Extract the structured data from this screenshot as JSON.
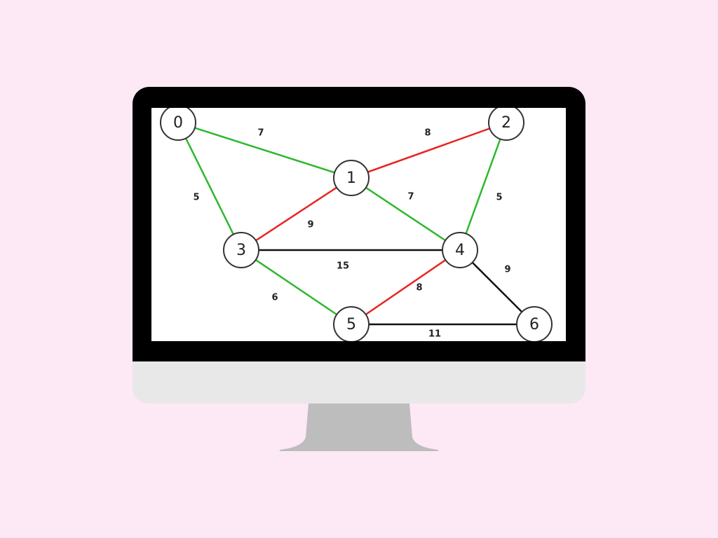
{
  "graph": {
    "colors": {
      "in_tree": "#2db82d",
      "rejected": "#e82424",
      "unused": "#111111",
      "node_stroke": "#333333",
      "node_fill": "#ffffff"
    },
    "nodes": [
      {
        "id": "0",
        "label": "0"
      },
      {
        "id": "1",
        "label": "1"
      },
      {
        "id": "2",
        "label": "2"
      },
      {
        "id": "3",
        "label": "3"
      },
      {
        "id": "4",
        "label": "4"
      },
      {
        "id": "5",
        "label": "5"
      },
      {
        "id": "6",
        "label": "6"
      }
    ],
    "edges": [
      {
        "from": "0",
        "to": "1",
        "weight": "7",
        "status": "in_tree"
      },
      {
        "from": "1",
        "to": "2",
        "weight": "8",
        "status": "rejected"
      },
      {
        "from": "0",
        "to": "3",
        "weight": "5",
        "status": "in_tree"
      },
      {
        "from": "1",
        "to": "3",
        "weight": "9",
        "status": "rejected"
      },
      {
        "from": "1",
        "to": "4",
        "weight": "7",
        "status": "in_tree"
      },
      {
        "from": "2",
        "to": "4",
        "weight": "5",
        "status": "in_tree"
      },
      {
        "from": "3",
        "to": "4",
        "weight": "15",
        "status": "unused"
      },
      {
        "from": "3",
        "to": "5",
        "weight": "6",
        "status": "in_tree"
      },
      {
        "from": "4",
        "to": "5",
        "weight": "8",
        "status": "rejected"
      },
      {
        "from": "4",
        "to": "6",
        "weight": "9",
        "status": "unused"
      },
      {
        "from": "5",
        "to": "6",
        "weight": "11",
        "status": "unused"
      }
    ]
  }
}
